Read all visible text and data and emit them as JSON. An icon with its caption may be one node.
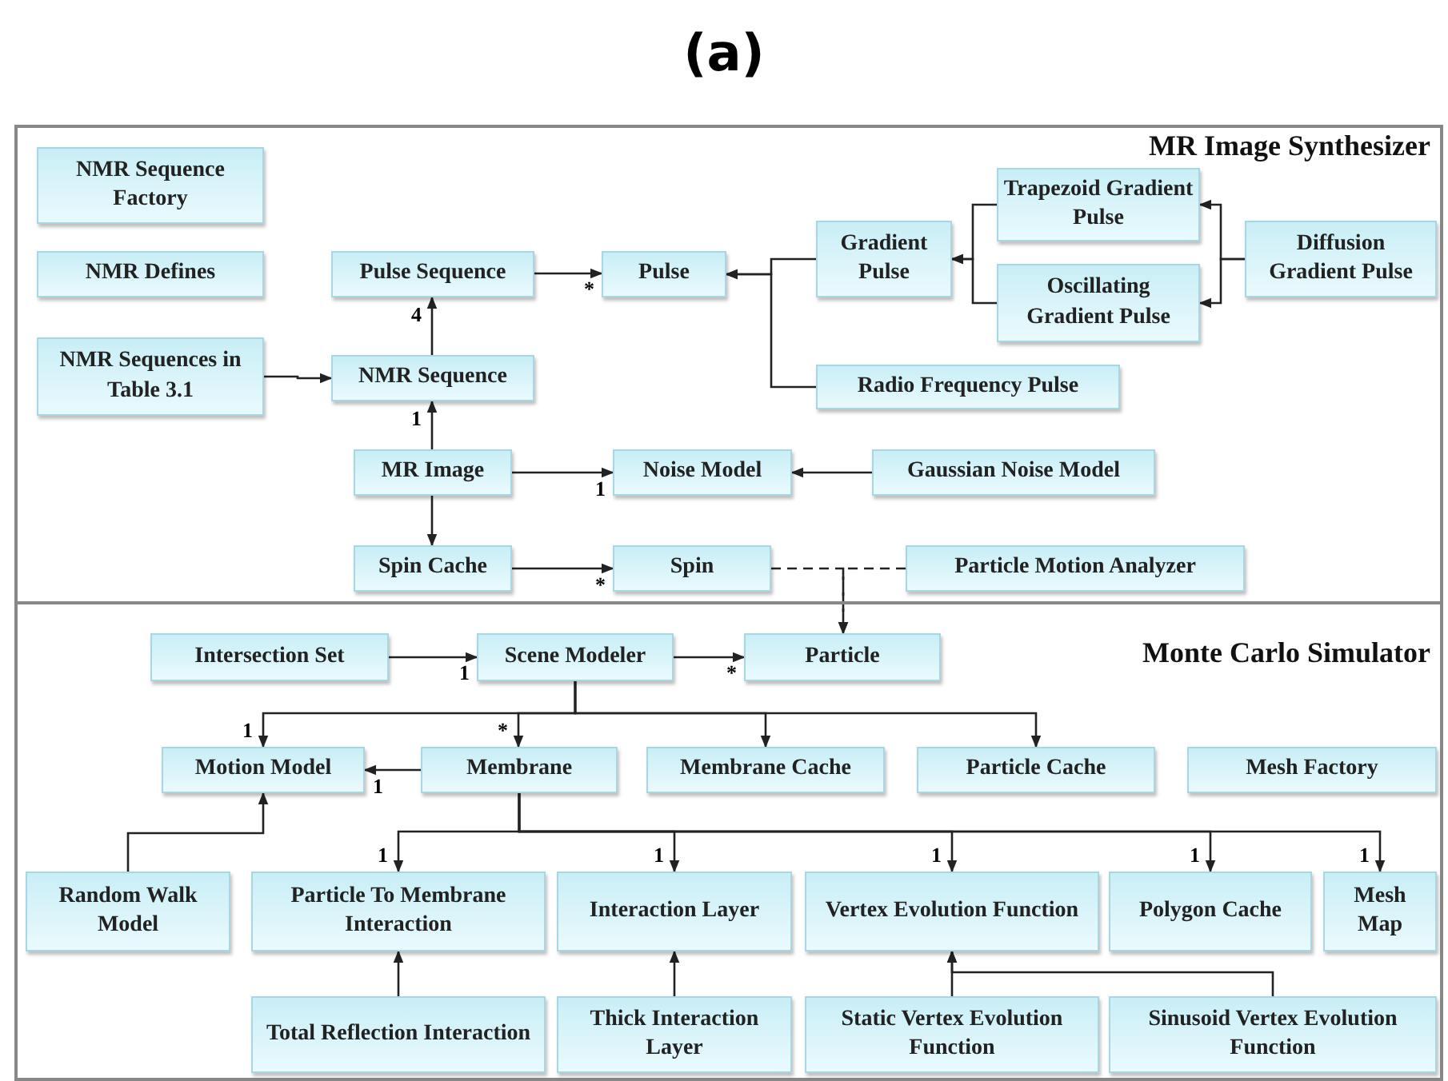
{
  "diagram": {
    "title": "(a)",
    "nodes": [
      {
        "text": [
          "MR Image Synthesizer"
        ]
      },
      {
        "text": [
          "NMR Sequence Factory"
        ],
        "in": 0
      },
      {
        "text": [
          "NMR Defines"
        ],
        "in": 0
      },
      {
        "text": [
          "Pulse Sequence"
        ],
        "in": 0
      },
      {
        "text": [
          "Pulse"
        ],
        "in": 0
      },
      {
        "text": [
          "Gradient Pulse"
        ],
        "in": 0
      },
      {
        "text": [
          "Trapezoid Gradient Pulse"
        ],
        "in": 0
      },
      {
        "text": [
          "Oscillating Gradient Pulse"
        ],
        "in": 0
      },
      {
        "text": [
          "Diffusion Gradient Pulse"
        ],
        "in": 0
      },
      {
        "text": [
          "NMR Sequences in Table 3.1"
        ],
        "in": 0
      },
      {
        "text": [
          "NMR Sequence"
        ],
        "in": 0
      },
      {
        "text": [
          "Radio Frequency Pulse"
        ],
        "in": 0
      },
      {
        "text": [
          "MR Image"
        ],
        "in": 0
      },
      {
        "text": [
          "Noise Model"
        ],
        "in": 0
      },
      {
        "text": [
          "Gaussian Noise Model"
        ],
        "in": 0
      },
      {
        "text": [
          "Spin Cache"
        ],
        "in": 0
      },
      {
        "text": [
          "Spin"
        ],
        "in": 0
      },
      {
        "text": [
          "Particle Motion Analyzer"
        ],
        "in": 0
      },
      {
        "text": [
          "Monte Carlo Simulator"
        ]
      },
      {
        "text": [
          "Intersection Set"
        ],
        "in": 18
      },
      {
        "text": [
          "Scene Modeler"
        ],
        "in": 18
      },
      {
        "text": [
          "Particle"
        ],
        "in": 18
      },
      {
        "text": [
          "Motion Model"
        ],
        "in": 18
      },
      {
        "text": [
          "Membrane"
        ],
        "in": 18
      },
      {
        "text": [
          "Membrane Cache"
        ],
        "in": 18
      },
      {
        "text": [
          "Particle Cache"
        ],
        "in": 18
      },
      {
        "text": [
          "Mesh Factory"
        ],
        "in": 18
      },
      {
        "text": [
          "Random Walk Model"
        ],
        "in": 18
      },
      {
        "text": [
          "Particle To Membrane Interaction"
        ],
        "in": 18
      },
      {
        "text": [
          "Interaction Layer"
        ],
        "in": 18
      },
      {
        "text": [
          "Vertex Evolution Function"
        ],
        "in": 18
      },
      {
        "text": [
          "Polygon Cache"
        ],
        "in": 18
      },
      {
        "text": [
          "Mesh Map"
        ],
        "in": 18
      },
      {
        "text": [
          "Total Reflection Interaction"
        ],
        "in": 18
      },
      {
        "text": [
          "Thick Interaction Layer"
        ],
        "in": 18
      },
      {
        "text": [
          "Static Vertex Evolution Function"
        ],
        "in": 18
      },
      {
        "text": [
          "Sinusoid Vertex Evolution Function"
        ],
        "in": 18
      }
    ],
    "edges": [
      {
        "from": 3,
        "to": 4,
        "arrow": "to",
        "label": "*"
      },
      {
        "from": 5,
        "to": 4,
        "arrow": "to"
      },
      {
        "from": 11,
        "to": 4,
        "arrow": "to"
      },
      {
        "from": 6,
        "to": 5,
        "arrow": "to"
      },
      {
        "from": 7,
        "to": 5,
        "arrow": "to"
      },
      {
        "from": 8,
        "to": 6,
        "arrow": "to"
      },
      {
        "from": 8,
        "to": 7,
        "arrow": "to"
      },
      {
        "from": 9,
        "to": 10,
        "arrow": "to"
      },
      {
        "from": 10,
        "to": 3,
        "arrow": "to",
        "label": "4"
      },
      {
        "from": 12,
        "to": 10,
        "arrow": "to",
        "label": "1"
      },
      {
        "from": 12,
        "to": 13,
        "arrow": "to",
        "label": "1"
      },
      {
        "from": 14,
        "to": 13,
        "arrow": "to"
      },
      {
        "from": 12,
        "to": 15,
        "arrow": "to"
      },
      {
        "from": 15,
        "to": 16,
        "arrow": "to",
        "label": "*"
      },
      {
        "from": 16,
        "to": 21,
        "arrow": "to",
        "style": "dashed"
      },
      {
        "from": 17,
        "to": 21,
        "arrow": "to",
        "style": "dashed"
      },
      {
        "from": 19,
        "to": 20,
        "arrow": "to",
        "label": "1"
      },
      {
        "from": 20,
        "to": 21,
        "arrow": "to",
        "label": "*"
      },
      {
        "from": 20,
        "to": 22,
        "arrow": "to",
        "label": "1"
      },
      {
        "from": 20,
        "to": 23,
        "arrow": "to",
        "label": "*"
      },
      {
        "from": 20,
        "to": 24,
        "arrow": "to"
      },
      {
        "from": 20,
        "to": 25,
        "arrow": "to"
      },
      {
        "from": 23,
        "to": 22,
        "arrow": "to",
        "label": "1"
      },
      {
        "from": 27,
        "to": 22,
        "arrow": "to"
      },
      {
        "from": 23,
        "to": 28,
        "arrow": "to",
        "label": "1"
      },
      {
        "from": 23,
        "to": 29,
        "arrow": "to",
        "label": "1"
      },
      {
        "from": 23,
        "to": 30,
        "arrow": "to",
        "label": "1"
      },
      {
        "from": 23,
        "to": 31,
        "arrow": "to",
        "label": "1"
      },
      {
        "from": 23,
        "to": 32,
        "arrow": "to",
        "label": "1"
      },
      {
        "from": 33,
        "to": 28,
        "arrow": "to"
      },
      {
        "from": 34,
        "to": 29,
        "arrow": "to"
      },
      {
        "from": 35,
        "to": 30,
        "arrow": "to"
      },
      {
        "from": 36,
        "to": 30,
        "arrow": "to"
      }
    ]
  }
}
